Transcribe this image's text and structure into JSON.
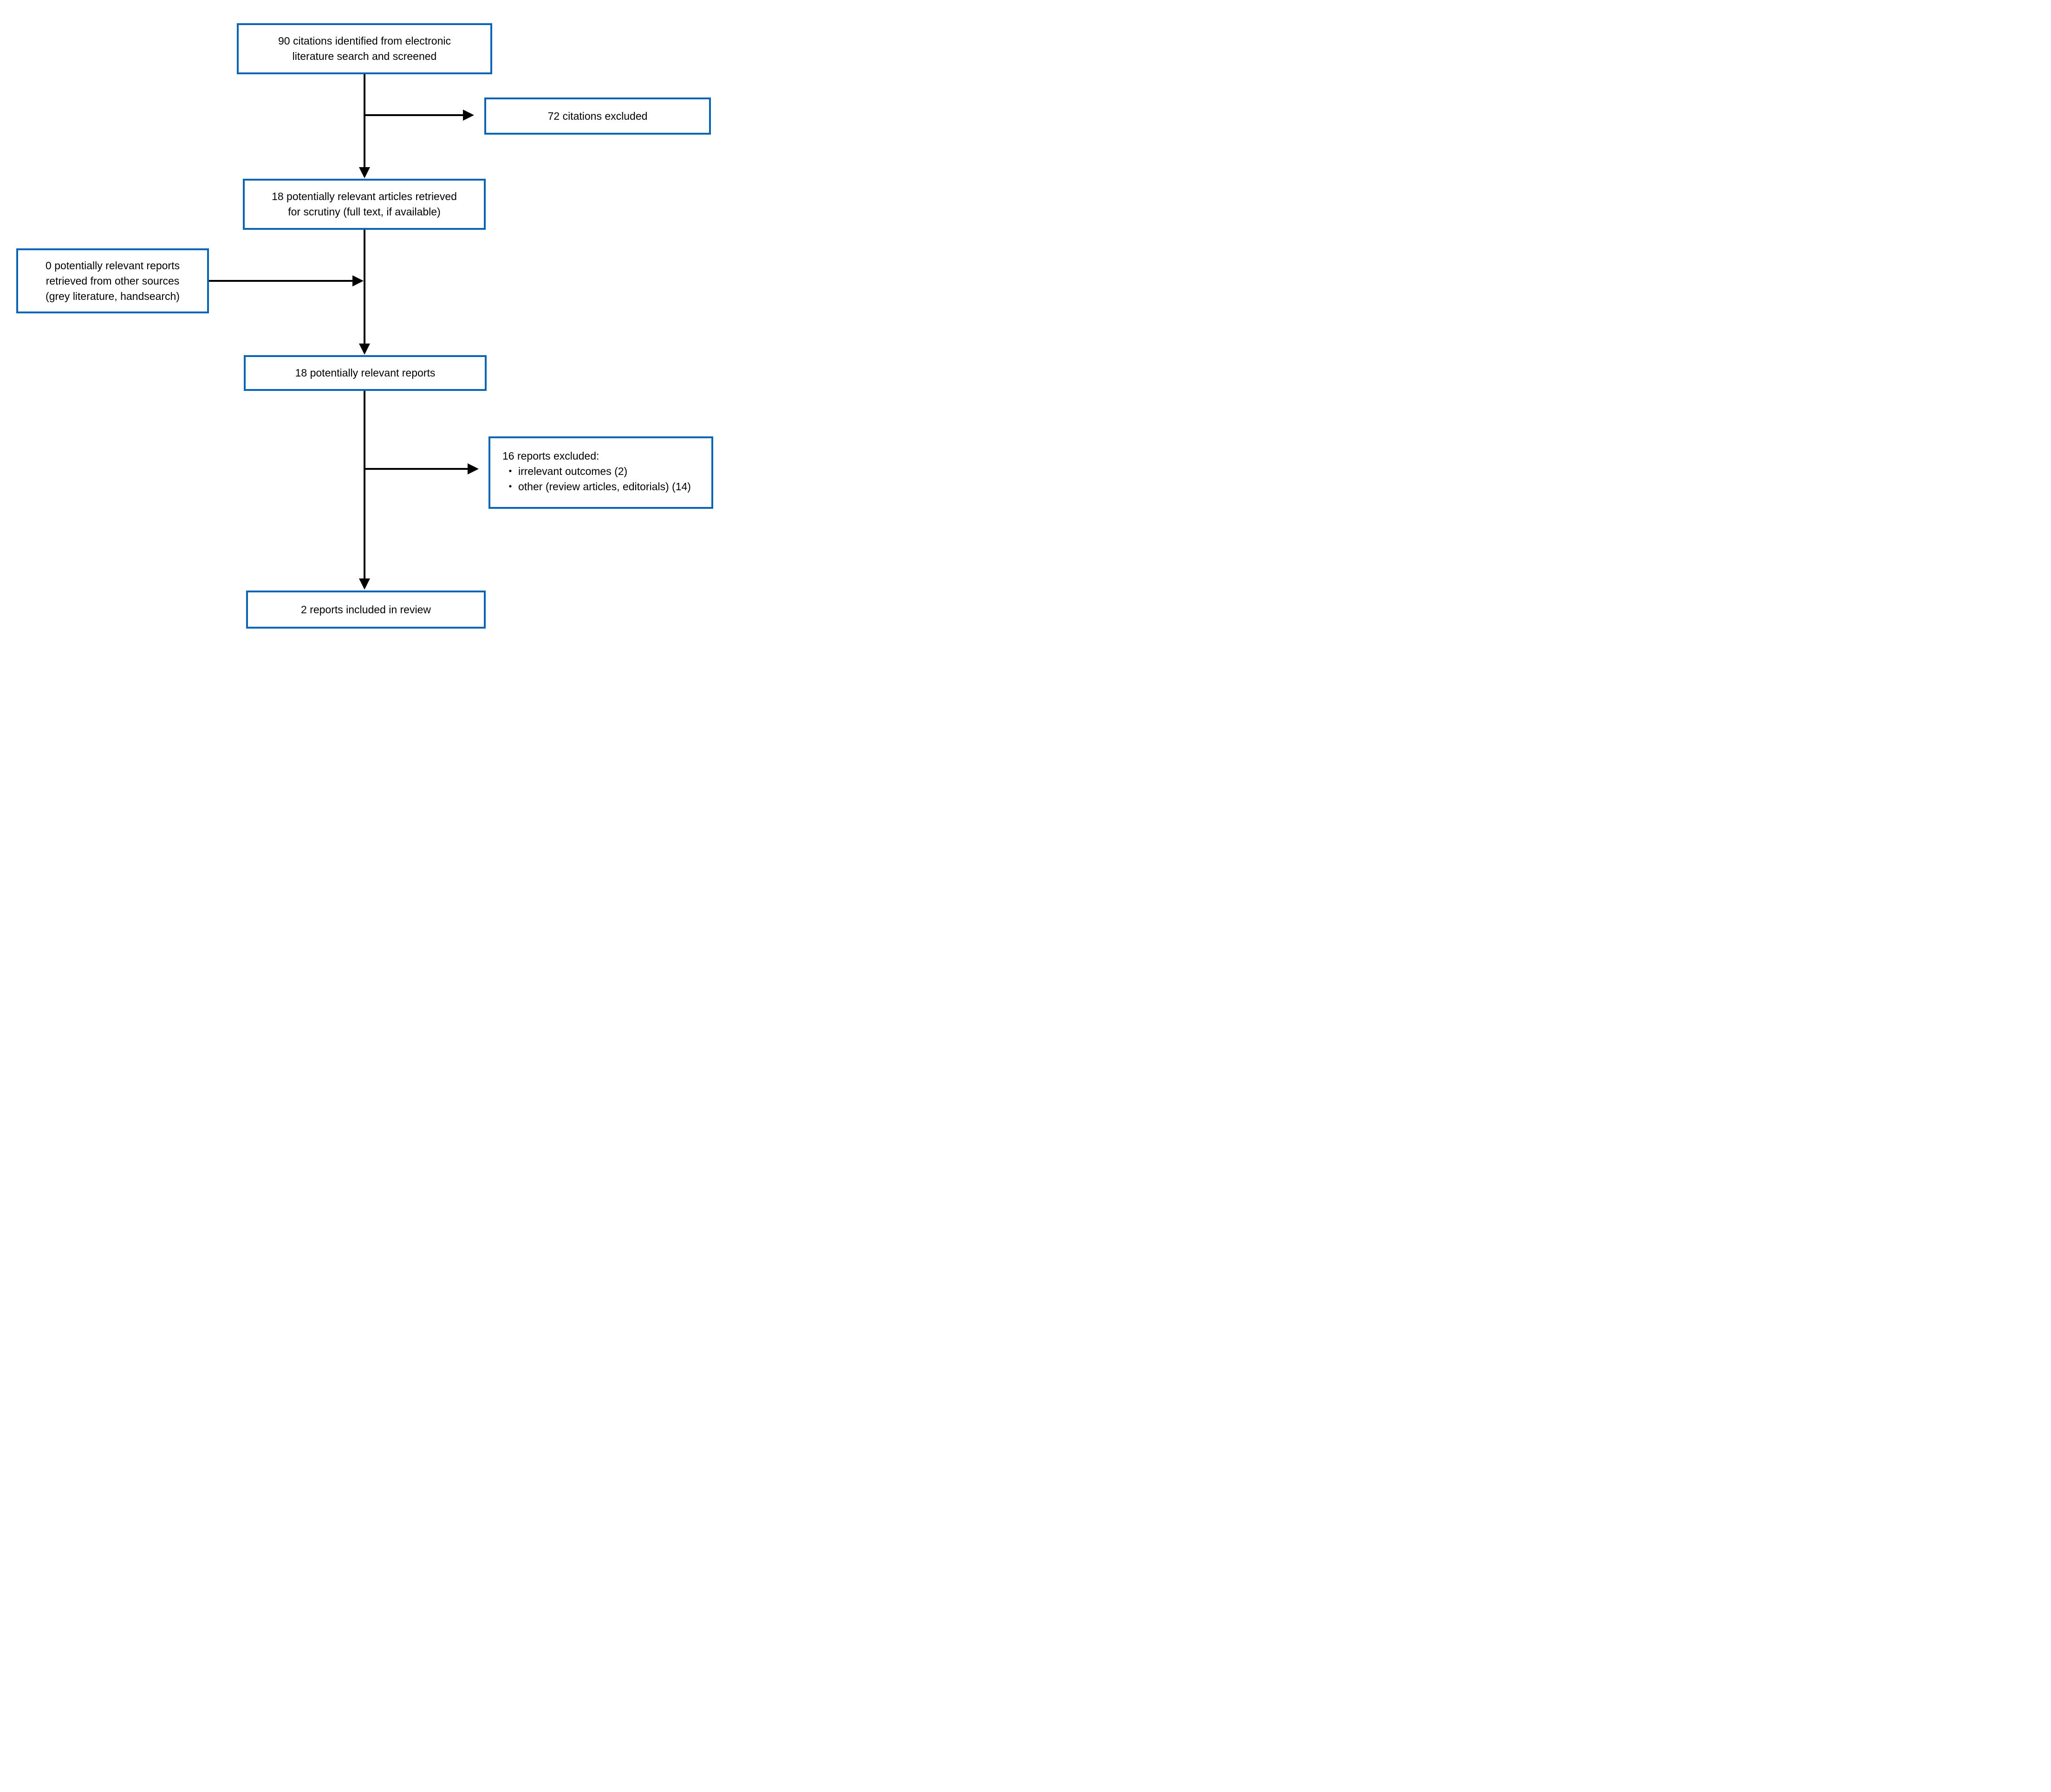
{
  "colors": {
    "box_border": "#0A64B4",
    "box_fill": "#FFFFFF",
    "arrow": "#000000",
    "text": "#000000",
    "background": "#FFFFFF"
  },
  "boxes": {
    "identified": {
      "text": "90 citations identified from electronic\nliterature search and screened"
    },
    "citations_excluded": {
      "text": "72 citations excluded"
    },
    "articles_retrieved": {
      "text": "18 potentially relevant articles retrieved\nfor scrutiny (full text, if available)"
    },
    "other_sources": {
      "text": "0 potentially relevant reports\nretrieved from other sources\n(grey literature, handsearch)"
    },
    "relevant_reports": {
      "text": "18 potentially relevant reports"
    },
    "reports_excluded": {
      "heading": "16 reports excluded:",
      "bullet_char": "•",
      "bullets": [
        "irrelevant outcomes (2)",
        "other (review articles, editorials) (14)"
      ]
    },
    "included": {
      "text": "2 reports included in review"
    }
  }
}
